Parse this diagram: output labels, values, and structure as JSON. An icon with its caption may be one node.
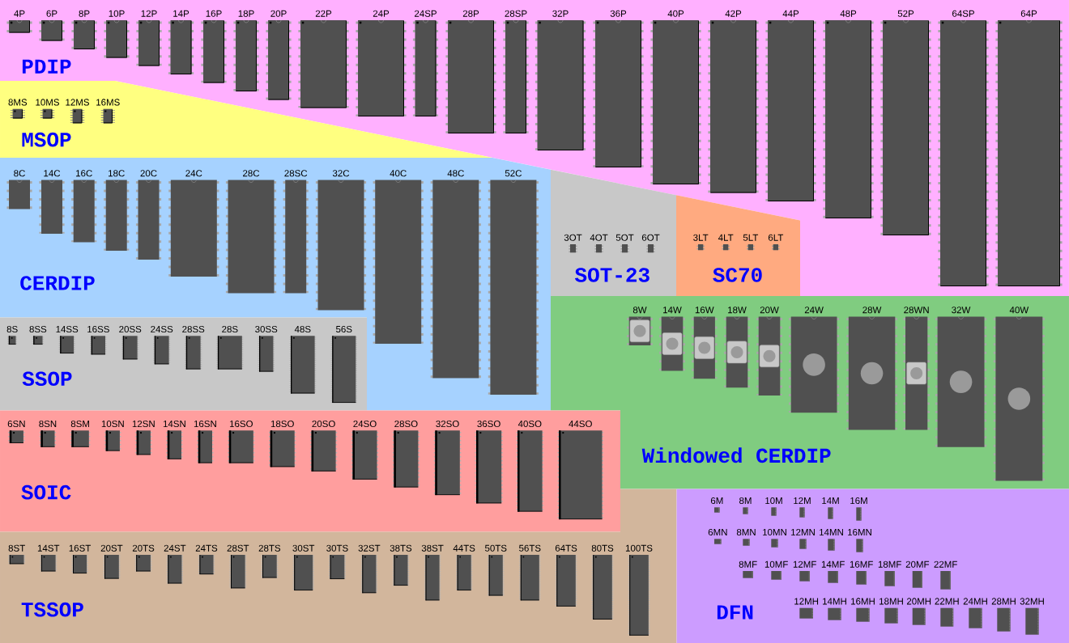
{
  "diagram": {
    "nodes": [
      {
        "text": [
          "PDIP"
        ]
      },
      {
        "text": [
          "4P"
        ],
        "in": 0
      },
      {
        "text": [
          "6P"
        ],
        "in": 0
      },
      {
        "text": [
          "8P"
        ],
        "in": 0
      },
      {
        "text": [
          "10P"
        ],
        "in": 0
      },
      {
        "text": [
          "12P"
        ],
        "in": 0
      },
      {
        "text": [
          "14P"
        ],
        "in": 0
      },
      {
        "text": [
          "16P"
        ],
        "in": 0
      },
      {
        "text": [
          "18P"
        ],
        "in": 0
      },
      {
        "text": [
          "20P"
        ],
        "in": 0
      },
      {
        "text": [
          "22P"
        ],
        "in": 0
      },
      {
        "text": [
          "24P"
        ],
        "in": 0
      },
      {
        "text": [
          "24SP"
        ],
        "in": 0
      },
      {
        "text": [
          "28P"
        ],
        "in": 0
      },
      {
        "text": [
          "28SP"
        ],
        "in": 0
      },
      {
        "text": [
          "32P"
        ],
        "in": 0
      },
      {
        "text": [
          "36P"
        ],
        "in": 0
      },
      {
        "text": [
          "40P"
        ],
        "in": 0
      },
      {
        "text": [
          "42P"
        ],
        "in": 0
      },
      {
        "text": [
          "44P"
        ],
        "in": 0
      },
      {
        "text": [
          "48P"
        ],
        "in": 0
      },
      {
        "text": [
          "52P"
        ],
        "in": 0
      },
      {
        "text": [
          "64SP"
        ],
        "in": 0
      },
      {
        "text": [
          "64P"
        ],
        "in": 0
      },
      {
        "text": [
          "MSOP"
        ]
      },
      {
        "text": [
          "8MS"
        ],
        "in": 24
      },
      {
        "text": [
          "10MS"
        ],
        "in": 24
      },
      {
        "text": [
          "12MS"
        ],
        "in": 24
      },
      {
        "text": [
          "16MS"
        ],
        "in": 24
      },
      {
        "text": [
          "CERDIP"
        ]
      },
      {
        "text": [
          "8C"
        ],
        "in": 29
      },
      {
        "text": [
          "14C"
        ],
        "in": 29
      },
      {
        "text": [
          "16C"
        ],
        "in": 29
      },
      {
        "text": [
          "18C"
        ],
        "in": 29
      },
      {
        "text": [
          "20C"
        ],
        "in": 29
      },
      {
        "text": [
          "24C"
        ],
        "in": 29
      },
      {
        "text": [
          "28C"
        ],
        "in": 29
      },
      {
        "text": [
          "28SC"
        ],
        "in": 29
      },
      {
        "text": [
          "32C"
        ],
        "in": 29
      },
      {
        "text": [
          "40C"
        ],
        "in": 29
      },
      {
        "text": [
          "48C"
        ],
        "in": 29
      },
      {
        "text": [
          "52C"
        ],
        "in": 29
      },
      {
        "text": [
          "SOT-23"
        ]
      },
      {
        "text": [
          "3OT"
        ],
        "in": 42
      },
      {
        "text": [
          "4OT"
        ],
        "in": 42
      },
      {
        "text": [
          "5OT"
        ],
        "in": 42
      },
      {
        "text": [
          "6OT"
        ],
        "in": 42
      },
      {
        "text": [
          "SC70"
        ]
      },
      {
        "text": [
          "3LT"
        ],
        "in": 47
      },
      {
        "text": [
          "4LT"
        ],
        "in": 47
      },
      {
        "text": [
          "5LT"
        ],
        "in": 47
      },
      {
        "text": [
          "6LT"
        ],
        "in": 47
      },
      {
        "text": [
          "SSOP"
        ]
      },
      {
        "text": [
          "8S"
        ],
        "in": 52
      },
      {
        "text": [
          "8SS"
        ],
        "in": 52
      },
      {
        "text": [
          "14SS"
        ],
        "in": 52
      },
      {
        "text": [
          "16SS"
        ],
        "in": 52
      },
      {
        "text": [
          "20SS"
        ],
        "in": 52
      },
      {
        "text": [
          "24SS"
        ],
        "in": 52
      },
      {
        "text": [
          "28SS"
        ],
        "in": 52
      },
      {
        "text": [
          "28S"
        ],
        "in": 52
      },
      {
        "text": [
          "30SS"
        ],
        "in": 52
      },
      {
        "text": [
          "48S"
        ],
        "in": 52
      },
      {
        "text": [
          "56S"
        ],
        "in": 52
      },
      {
        "text": [
          "Windowed CERDIP"
        ]
      },
      {
        "text": [
          "8W"
        ],
        "in": 64
      },
      {
        "text": [
          "14W"
        ],
        "in": 64
      },
      {
        "text": [
          "16W"
        ],
        "in": 64
      },
      {
        "text": [
          "18W"
        ],
        "in": 64
      },
      {
        "text": [
          "20W"
        ],
        "in": 64
      },
      {
        "text": [
          "24W"
        ],
        "in": 64
      },
      {
        "text": [
          "28W"
        ],
        "in": 64
      },
      {
        "text": [
          "28WN"
        ],
        "in": 64
      },
      {
        "text": [
          "32W"
        ],
        "in": 64
      },
      {
        "text": [
          "40W"
        ],
        "in": 64
      },
      {
        "text": [
          "SOIC"
        ]
      },
      {
        "text": [
          "6SN"
        ],
        "in": 75
      },
      {
        "text": [
          "8SN"
        ],
        "in": 75
      },
      {
        "text": [
          "8SM"
        ],
        "in": 75
      },
      {
        "text": [
          "10SN"
        ],
        "in": 75
      },
      {
        "text": [
          "12SN"
        ],
        "in": 75
      },
      {
        "text": [
          "14SN"
        ],
        "in": 75
      },
      {
        "text": [
          "16SN"
        ],
        "in": 75
      },
      {
        "text": [
          "16SO"
        ],
        "in": 75
      },
      {
        "text": [
          "18SO"
        ],
        "in": 75
      },
      {
        "text": [
          "20SO"
        ],
        "in": 75
      },
      {
        "text": [
          "24SO"
        ],
        "in": 75
      },
      {
        "text": [
          "28SO"
        ],
        "in": 75
      },
      {
        "text": [
          "32SO"
        ],
        "in": 75
      },
      {
        "text": [
          "36SO"
        ],
        "in": 75
      },
      {
        "text": [
          "40SO"
        ],
        "in": 75
      },
      {
        "text": [
          "44SO"
        ],
        "in": 75
      },
      {
        "text": [
          "TSSOP"
        ]
      },
      {
        "text": [
          "8ST"
        ],
        "in": 92
      },
      {
        "text": [
          "14ST"
        ],
        "in": 92
      },
      {
        "text": [
          "16ST"
        ],
        "in": 92
      },
      {
        "text": [
          "20ST"
        ],
        "in": 92
      },
      {
        "text": [
          "20TS"
        ],
        "in": 92
      },
      {
        "text": [
          "24ST"
        ],
        "in": 92
      },
      {
        "text": [
          "24TS"
        ],
        "in": 92
      },
      {
        "text": [
          "28ST"
        ],
        "in": 92
      },
      {
        "text": [
          "28TS"
        ],
        "in": 92
      },
      {
        "text": [
          "30ST"
        ],
        "in": 92
      },
      {
        "text": [
          "30TS"
        ],
        "in": 92
      },
      {
        "text": [
          "32ST"
        ],
        "in": 92
      },
      {
        "text": [
          "38TS"
        ],
        "in": 92
      },
      {
        "text": [
          "38ST"
        ],
        "in": 92
      },
      {
        "text": [
          "44TS"
        ],
        "in": 92
      },
      {
        "text": [
          "50TS"
        ],
        "in": 92
      },
      {
        "text": [
          "56TS"
        ],
        "in": 92
      },
      {
        "text": [
          "64TS"
        ],
        "in": 92
      },
      {
        "text": [
          "80TS"
        ],
        "in": 92
      },
      {
        "text": [
          "100TS"
        ],
        "in": 92
      },
      {
        "text": [
          "DFN"
        ]
      },
      {
        "text": [
          "6M"
        ],
        "in": 113
      },
      {
        "text": [
          "8M"
        ],
        "in": 113
      },
      {
        "text": [
          "10M"
        ],
        "in": 113
      },
      {
        "text": [
          "12M"
        ],
        "in": 113
      },
      {
        "text": [
          "14M"
        ],
        "in": 113
      },
      {
        "text": [
          "16M"
        ],
        "in": 113
      },
      {
        "text": [
          "6MN"
        ],
        "in": 113
      },
      {
        "text": [
          "8MN"
        ],
        "in": 113
      },
      {
        "text": [
          "10MN"
        ],
        "in": 113
      },
      {
        "text": [
          "12MN"
        ],
        "in": 113
      },
      {
        "text": [
          "14MN"
        ],
        "in": 113
      },
      {
        "text": [
          "16MN"
        ],
        "in": 113
      },
      {
        "text": [
          "8MF"
        ],
        "in": 113
      },
      {
        "text": [
          "10MF"
        ],
        "in": 113
      },
      {
        "text": [
          "12MF"
        ],
        "in": 113
      },
      {
        "text": [
          "14MF"
        ],
        "in": 113
      },
      {
        "text": [
          "16MF"
        ],
        "in": 113
      },
      {
        "text": [
          "18MF"
        ],
        "in": 113
      },
      {
        "text": [
          "20MF"
        ],
        "in": 113
      },
      {
        "text": [
          "22MF"
        ],
        "in": 113
      },
      {
        "text": [
          "12MH"
        ],
        "in": 113
      },
      {
        "text": [
          "14MH"
        ],
        "in": 113
      },
      {
        "text": [
          "16MH"
        ],
        "in": 113
      },
      {
        "text": [
          "18MH"
        ],
        "in": 113
      },
      {
        "text": [
          "20MH"
        ],
        "in": 113
      },
      {
        "text": [
          "22MH"
        ],
        "in": 113
      },
      {
        "text": [
          "24MH"
        ],
        "in": 113
      },
      {
        "text": [
          "28MH"
        ],
        "in": 113
      },
      {
        "text": [
          "32MH"
        ],
        "in": 113
      }
    ]
  }
}
